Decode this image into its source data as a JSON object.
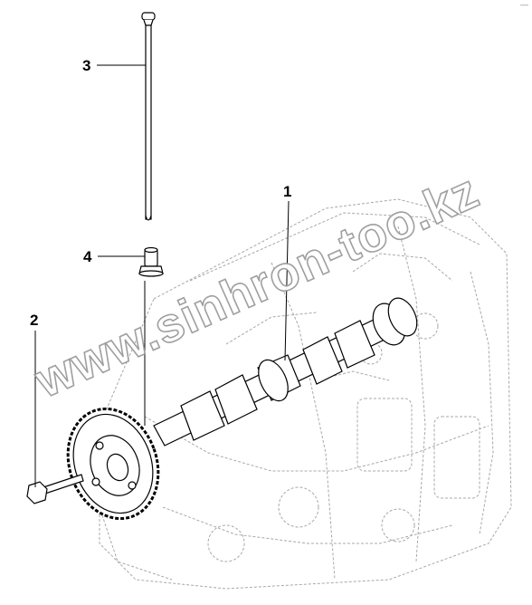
{
  "diagram": {
    "parts": [
      {
        "number": "1",
        "part": "camshaft"
      },
      {
        "number": "2",
        "part": "bolt"
      },
      {
        "number": "3",
        "part": "push-rod"
      },
      {
        "number": "4",
        "part": "tappet"
      }
    ],
    "watermark": "www.sinhron-too.kz",
    "corner_mark": "—"
  },
  "colors": {
    "line": "#000000",
    "engine_outline": "#9a9a9a",
    "background": "#ffffff"
  }
}
